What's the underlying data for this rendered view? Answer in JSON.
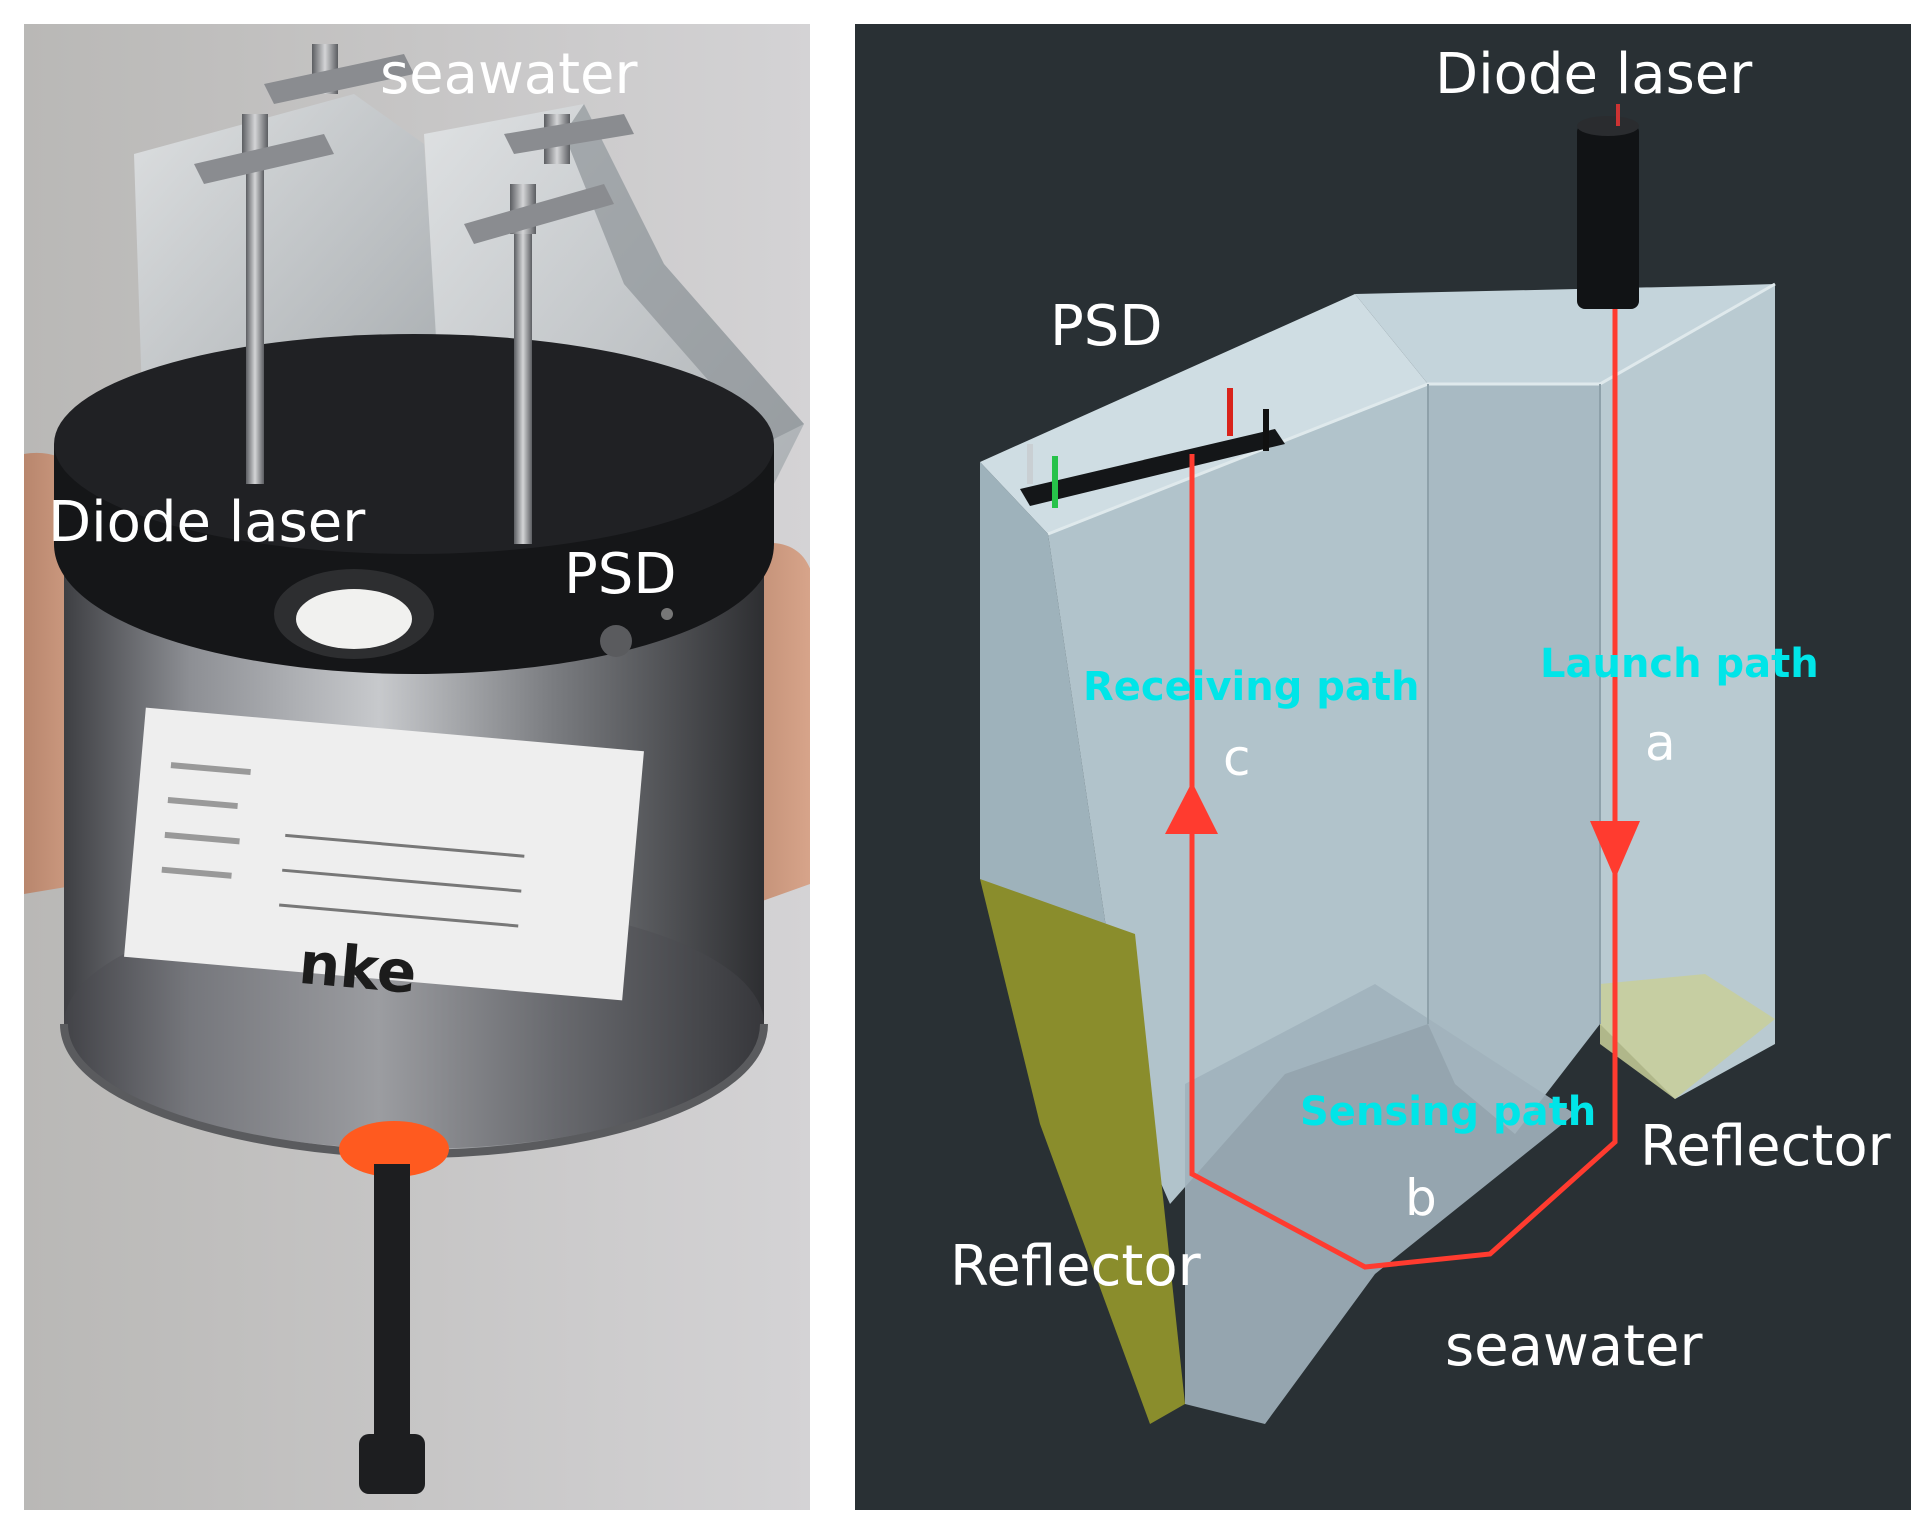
{
  "photo": {
    "labels": {
      "seawater": "seawater",
      "diode_laser": "Diode laser",
      "psd": "PSD"
    },
    "brand": "nke"
  },
  "diagram": {
    "labels": {
      "diode_laser": "Diode laser",
      "psd": "PSD",
      "receiving_path": "Receiving path",
      "launch_path": "Launch path",
      "sensing_path": "Sensing path",
      "letter_a": "a",
      "letter_b": "b",
      "letter_c": "c",
      "reflector_right": "Reflector",
      "reflector_left": "Reflector",
      "seawater": "seawater"
    },
    "colors": {
      "background": "#293034",
      "beam": "#ff3b2f",
      "path_label": "#00e5e8",
      "reflector": "#8a8d2c",
      "prism": "#a9bcc6"
    }
  }
}
